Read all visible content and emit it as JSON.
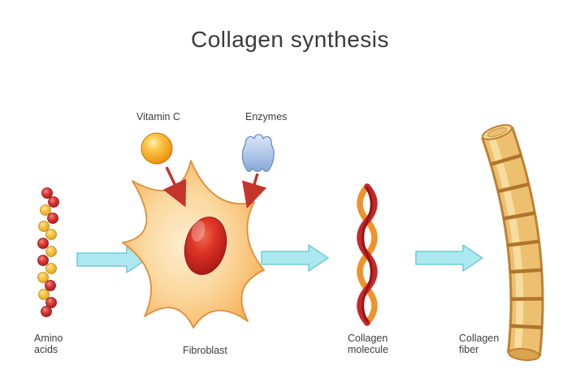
{
  "title": "Collagen synthesis",
  "labels": {
    "vitamin_c": "Vitamin C",
    "enzymes": "Enzymes",
    "amino_acids": [
      "Amino",
      "acids"
    ],
    "fibroblast": "Fibroblast",
    "collagen_molecule": [
      "Collagen",
      "molecule"
    ],
    "collagen_fiber": [
      "Collagen",
      "fiber"
    ]
  },
  "colors": {
    "flow_arrow_cyan": "#A9E9EF",
    "flow_arrow_border": "#72CAD6",
    "red_pointer_arrow": "#C5342B",
    "cell_body": "#F8BC6C",
    "nucleus_red": "#C4161C",
    "vitamin_c_ball": "#F3A01C",
    "enzyme_blue": "#AEC6E8",
    "bead_red": "#DC3B38",
    "bead_yellow": "#F5C544",
    "collagen_strand_red": "#C5272B",
    "collagen_strand_orange": "#F0922B",
    "fiber_tan": "#EDC06F",
    "fiber_band": "#B0752C"
  }
}
